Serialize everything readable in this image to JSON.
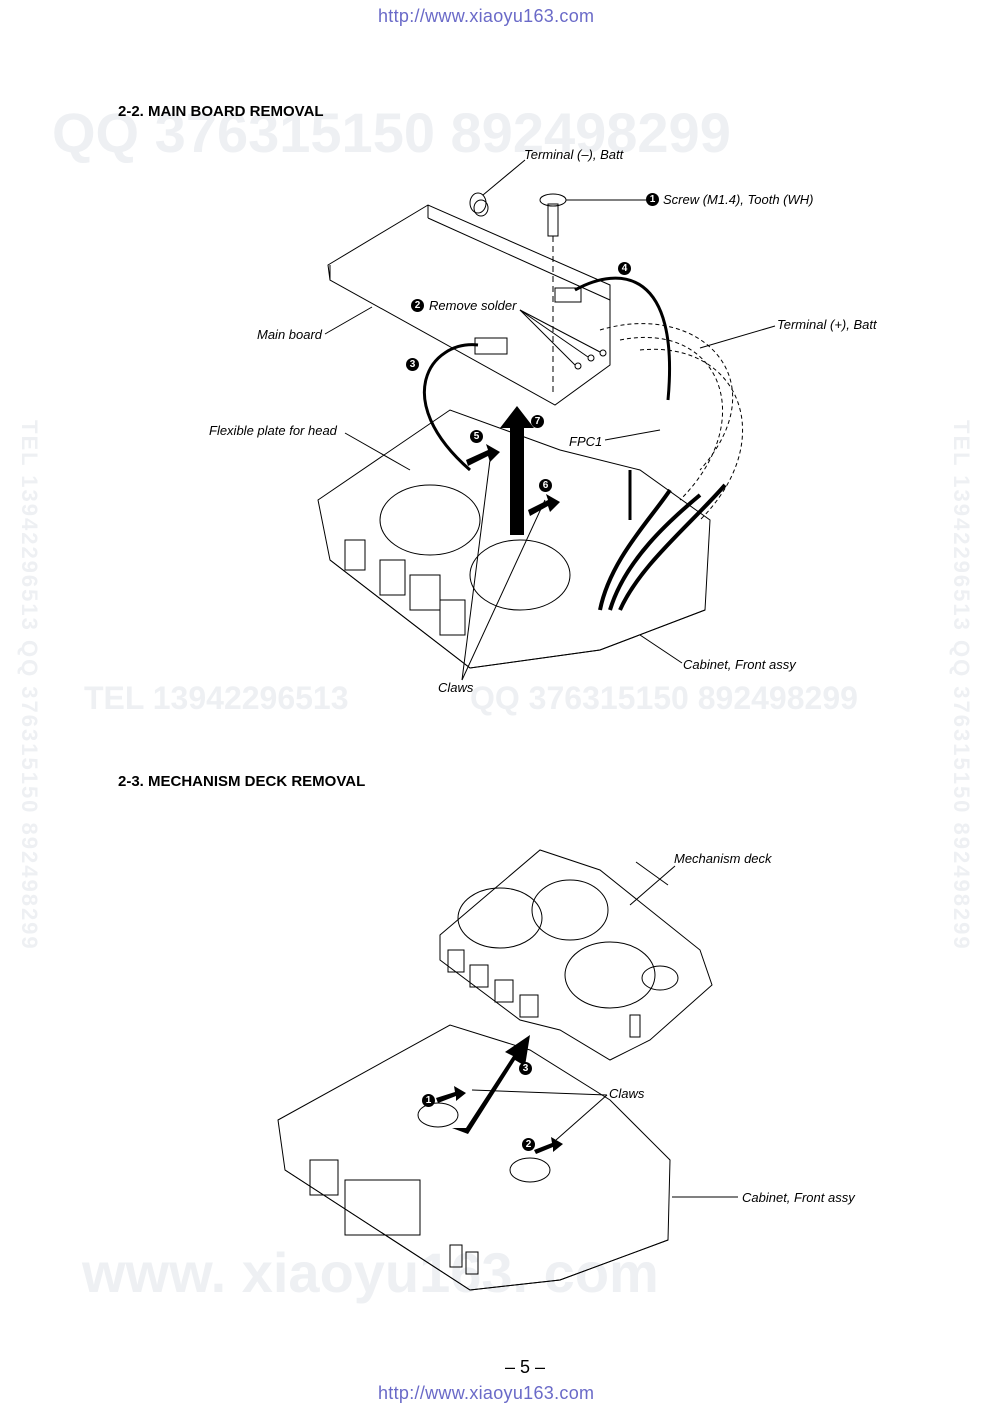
{
  "header_url": "http://www.xiaoyu163.com",
  "footer_url": "http://www.xiaoyu163.com",
  "page_number": "– 5 –",
  "watermarks": {
    "top": "QQ 376315150  892498299",
    "mid_left": "TEL 13942296513",
    "mid_right": "QQ 376315150  892498299",
    "left_vertical": "TEL 13942296513  QQ 376315150  892498299",
    "right_vertical": "TEL 13942296513  QQ 376315150  892498299",
    "bottom": "www. xiaoyu163. com"
  },
  "section1": {
    "title": "2-2. MAIN BOARD REMOVAL",
    "labels": {
      "terminal_minus": "Terminal (–), Batt",
      "screw": "Screw (M1.4), Tooth (WH)",
      "remove_solder": "Remove solder",
      "main_board": "Main board",
      "terminal_plus": "Terminal (+), Batt",
      "flexible_plate": "Flexible plate for head",
      "fpc1": "FPC1",
      "cabinet": "Cabinet, Front assy",
      "claws": "Claws"
    },
    "steps": [
      "1",
      "2",
      "3",
      "4",
      "5",
      "6",
      "7"
    ]
  },
  "section2": {
    "title": "2-3. MECHANISM DECK REMOVAL",
    "labels": {
      "mechanism_deck": "Mechanism deck",
      "claws": "Claws",
      "cabinet": "Cabinet, Front assy"
    },
    "steps": [
      "1",
      "2",
      "3"
    ]
  }
}
